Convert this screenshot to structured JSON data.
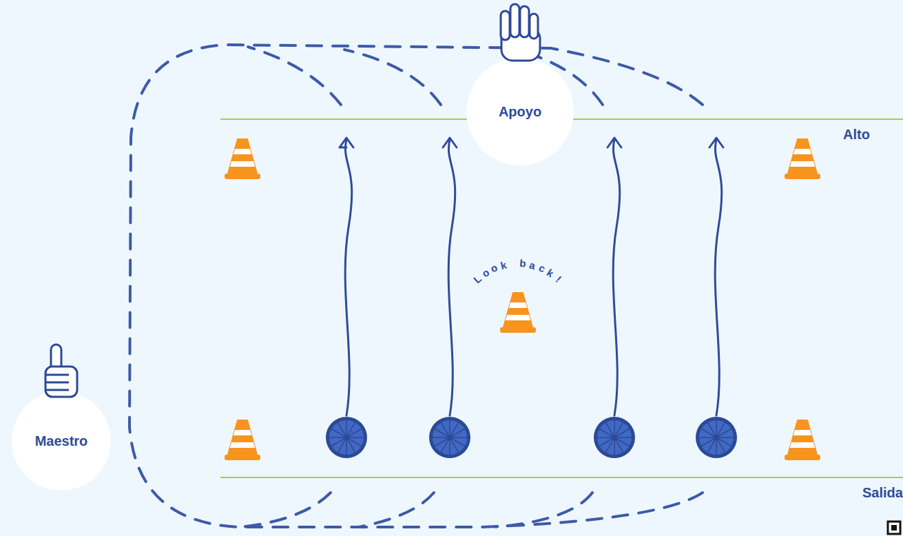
{
  "diagram": {
    "nodes": [
      {
        "text": [
          "Apoyo"
        ]
      },
      {
        "text": [
          "Maestro"
        ]
      }
    ],
    "labels": [
      "Alto",
      "Look back!",
      "Salida"
    ]
  }
}
